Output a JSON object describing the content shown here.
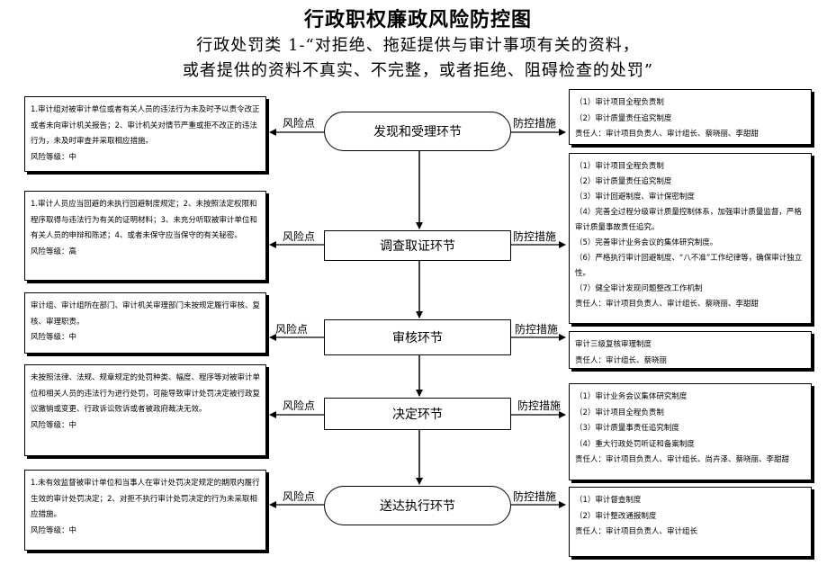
{
  "title": "行政职权廉政风险防控图",
  "subtitle_line1": "行政处罚类 1-“对拒绝、拖延提供与审计事项有关的资料，",
  "subtitle_line2": "或者提供的资料不真实、不完整，或者拒绝、阻碍检查的处罚”",
  "labels": {
    "risk": "风险点",
    "control": "防控措施"
  },
  "stages": [
    {
      "name": "发现和受理环节",
      "risk_text": "1.审计组对被审计单位或者有关人员的违法行为未及时予以责令改正或者未向审计机关报告；2、审计机关对情节严重或拒不改正的违法行为，未及时审查并采取相应措施。",
      "risk_level": "风险等级：中",
      "controls": [
        "（1）审计项目全程负责制",
        "（2）审计质量责任追究制度",
        "责任人：审计项目负责人、审计组长、蔡晓丽、李甜甜"
      ]
    },
    {
      "name": "调查取证环节",
      "risk_text": "1.审计人员应当回避的未执行回避制度规定；2、未按照法定权限和程序取得与违法行为有关的证明材料；3、未充分听取被审计单位和有关人员的申辩和陈述；4、或者未保守应当保守的有关秘密。",
      "risk_level": "风险等级：高",
      "controls": [
        "（1）审计项目全程负责制",
        "（2）审计质量责任追究制度",
        "（3）审计回避制度、审计保密制度",
        "（4）完善全过程分级审计质量控制体系，加强审计质量监督，严格审计质量事故责任追究。",
        "（5）完善审计业务会议的集体研究制度。",
        "（6）严格执行审计回避制度、“八不准”工作纪律等，确保审计独立性。",
        "（7）健全审计发现问题整改工作机制",
        "责任人：审计项目负责人、审计组长、蔡晓丽、李甜甜"
      ]
    },
    {
      "name": "审核环节",
      "risk_text": "审计组、审计组所在部门、审计机关审理部门未按规定履行审核、复核、审理职责。",
      "risk_level": "风险等级：中",
      "controls": [
        "审计三级复核审理制度",
        "责任人：审计组长、蔡晓丽"
      ]
    },
    {
      "name": "决定环节",
      "risk_text": "未按照法律、法规、规章规定的处罚种类、幅度、程序等对被审计单位和相关人员的违法行为进行处罚，可能导致审计处罚决定被行政复议撤销或变更、行政诉讼败诉或者被政府裁决无效。",
      "risk_level": "风险等级：中",
      "controls": [
        "（1）审计业务会议集体研究制度",
        "（2）审计项目全程负责制",
        "（3）审计质量事责任追究制度",
        "（4）重大行政处罚听证和备案制度",
        "责任人：审计项目负责人、审计组长、尚卉泽、蔡晓丽、李甜甜"
      ]
    },
    {
      "name": "送达执行环节",
      "risk_text": "1.未有效监督被审计单位和当事人在审计处罚决定规定的期限内履行生效的审计处罚决定；2、对拒不执行审计处罚决定的行为未采取相应措施。",
      "risk_level": "风险等级：中",
      "controls": [
        "（1）审计督查制度",
        "（2）审计整改通报制度",
        "责任人：审计项目负责人、审计组长"
      ]
    }
  ]
}
